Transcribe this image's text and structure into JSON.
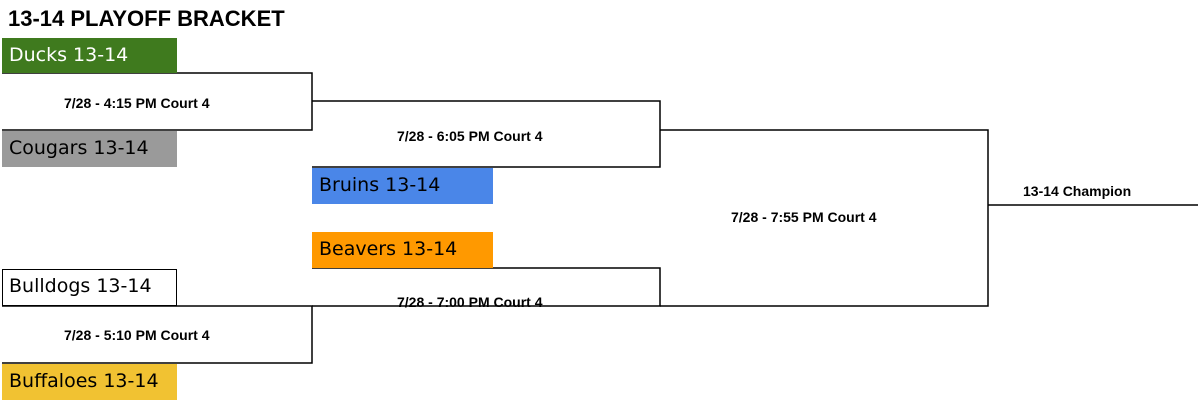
{
  "title": "13-14 PLAYOFF BRACKET",
  "teams": {
    "ducks": {
      "label": "Ducks 13-14",
      "color": "#3f7a1e"
    },
    "cougars": {
      "label": "Cougars 13-14",
      "color": "#9a9a9a"
    },
    "bruins": {
      "label": "Bruins 13-14",
      "color": "#4a86e8"
    },
    "beavers": {
      "label": "Beavers 13-14",
      "color": "#ff9900"
    },
    "bulldogs": {
      "label": "Bulldogs 13-14",
      "color": "#ffffff"
    },
    "buffaloes": {
      "label": "Buffaloes 13-14",
      "color": "#f1c232"
    }
  },
  "games": {
    "g1": "7/28 - 4:15 PM Court 4",
    "g2": "7/28 - 5:10 PM Court 4",
    "g3": "7/28 - 6:05 PM Court 4",
    "g4": "7/28 - 7:00 PM Court 4",
    "final": "7/28 - 7:55 PM Court 4"
  },
  "champion": "13-14 Champion"
}
